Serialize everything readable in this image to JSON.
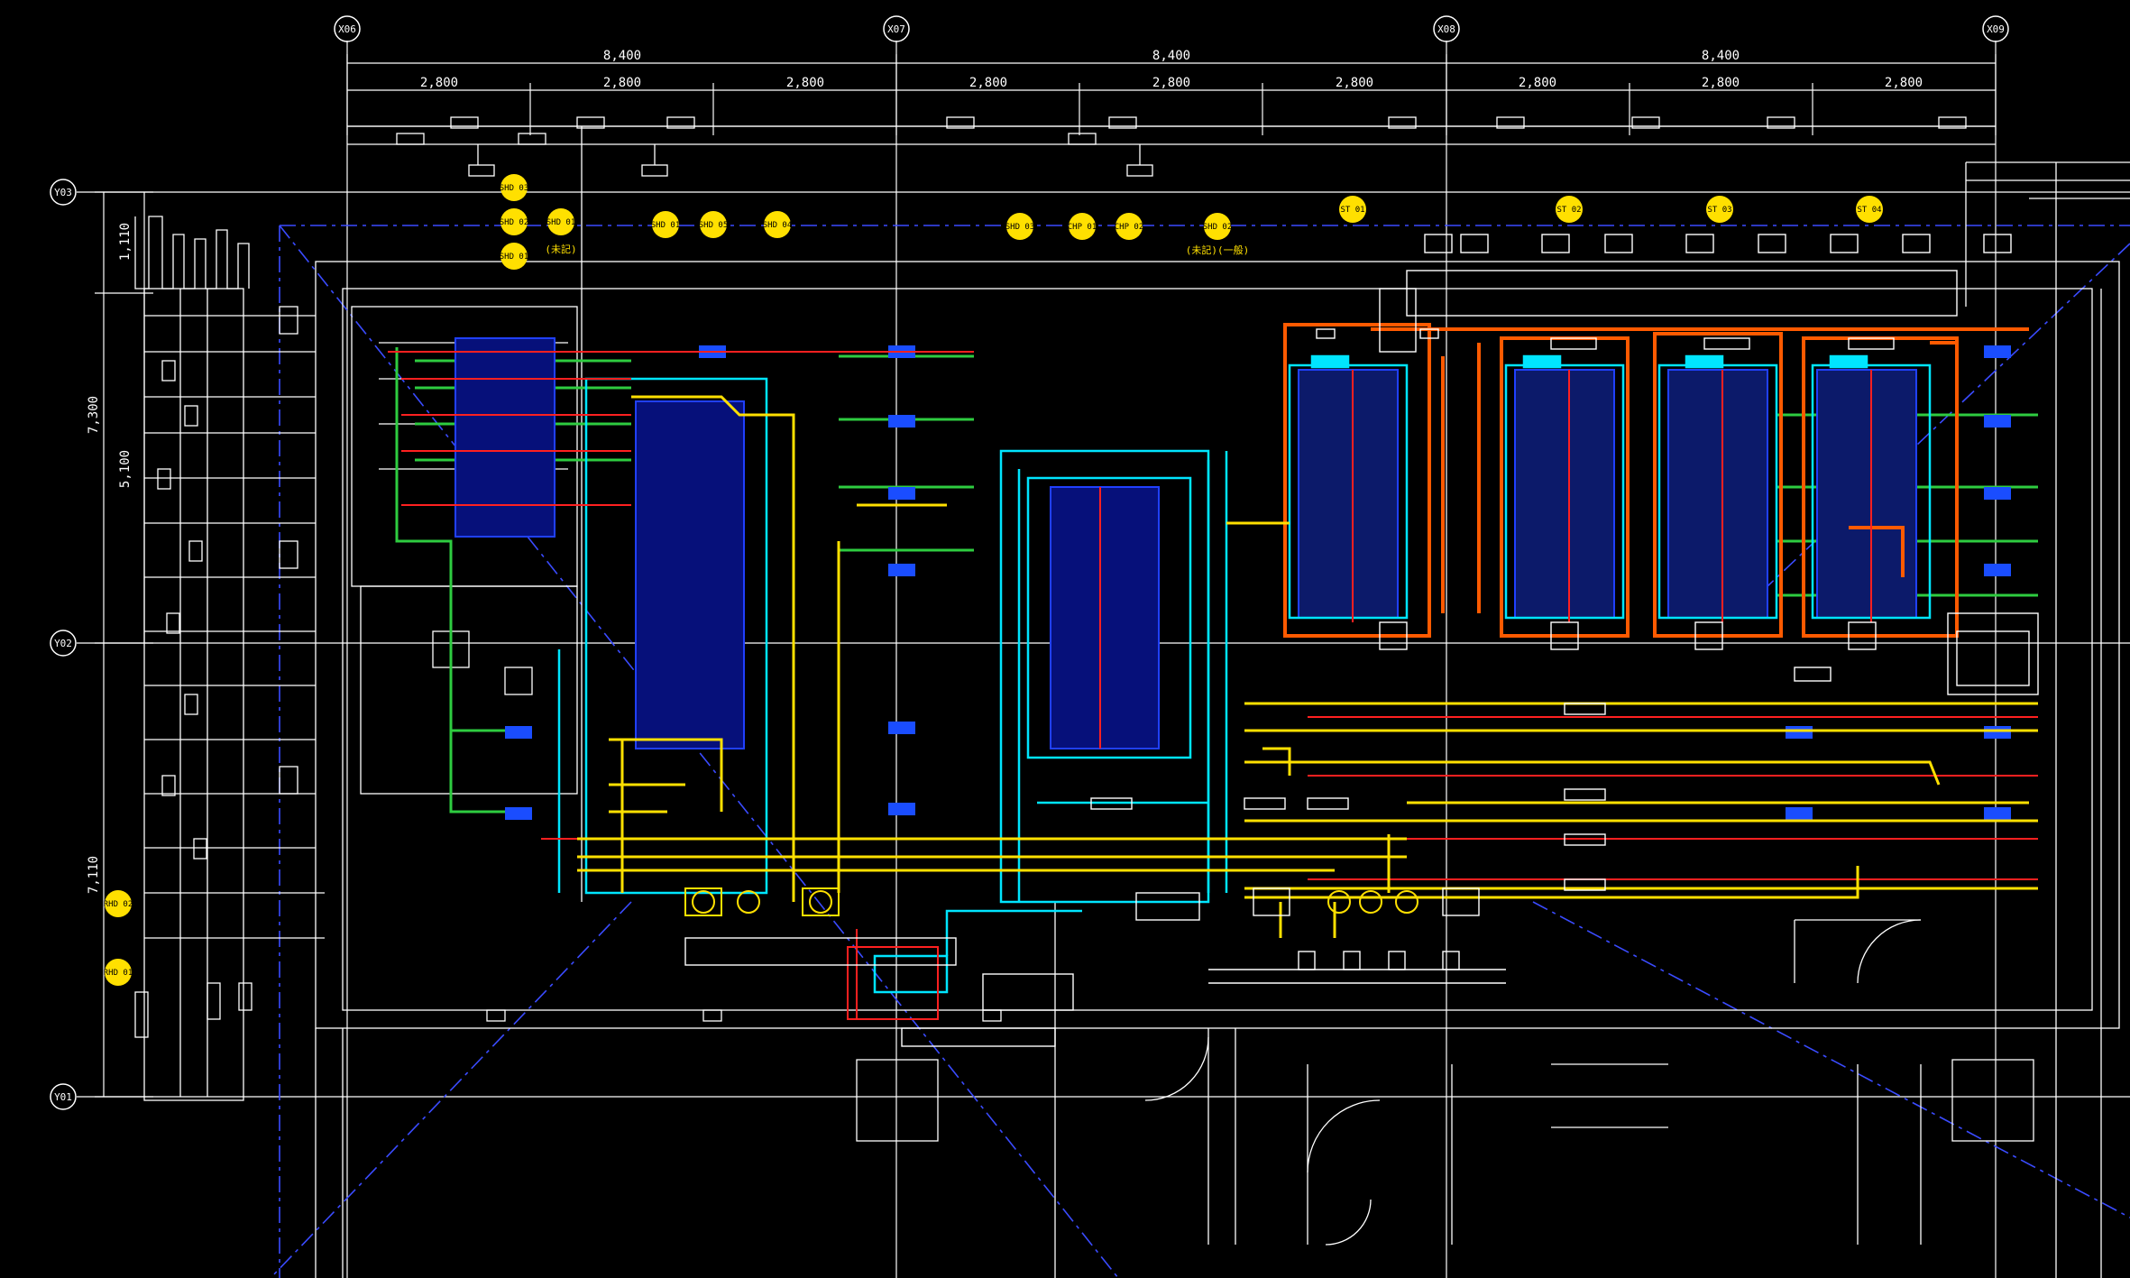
{
  "drawing": {
    "grid_top": [
      "X06",
      "X07",
      "X08",
      "X09"
    ],
    "grid_left": [
      "Y03",
      "Y02",
      "Y01"
    ],
    "dimensions_top_overall": [
      "8,400",
      "8,400",
      "8,400"
    ],
    "dimensions_top_sub": [
      "2,800",
      "2,800",
      "2,800",
      "2,800",
      "2,800",
      "2,800",
      "2,800",
      "2,800",
      "2,800"
    ],
    "dimensions_left": [
      "1,110",
      "7,300",
      "5,100",
      "7,110"
    ],
    "notes": [
      "(未記)",
      "(未記)(一般)"
    ],
    "colors": {
      "background": "#000000",
      "linework": "#ffffff",
      "pipe_yellow": "#ffe000",
      "pipe_orange": "#ff5a00",
      "pipe_red": "#ff2020",
      "pipe_cyan": "#00e5ff",
      "pipe_green": "#2ecc40",
      "equipment_blue": "#0a1aa0",
      "center_line": "#3a4bff"
    }
  },
  "tags": [
    {
      "label": "SHD 03"
    },
    {
      "label": "SHD 02"
    },
    {
      "label": "SHD 01"
    },
    {
      "label": "SHD 01"
    },
    {
      "label": "SHD 01"
    },
    {
      "label": "SHD 05"
    },
    {
      "label": "SHD 04"
    },
    {
      "label": "SHD 03"
    },
    {
      "label": "CHP 01"
    },
    {
      "label": "CHP 02"
    },
    {
      "label": "SHD 02"
    },
    {
      "label": "ST 01"
    },
    {
      "label": "ST 02"
    },
    {
      "label": "ST 03"
    },
    {
      "label": "ST 04"
    },
    {
      "label": "RHD 02"
    },
    {
      "label": "RHD 01"
    }
  ]
}
